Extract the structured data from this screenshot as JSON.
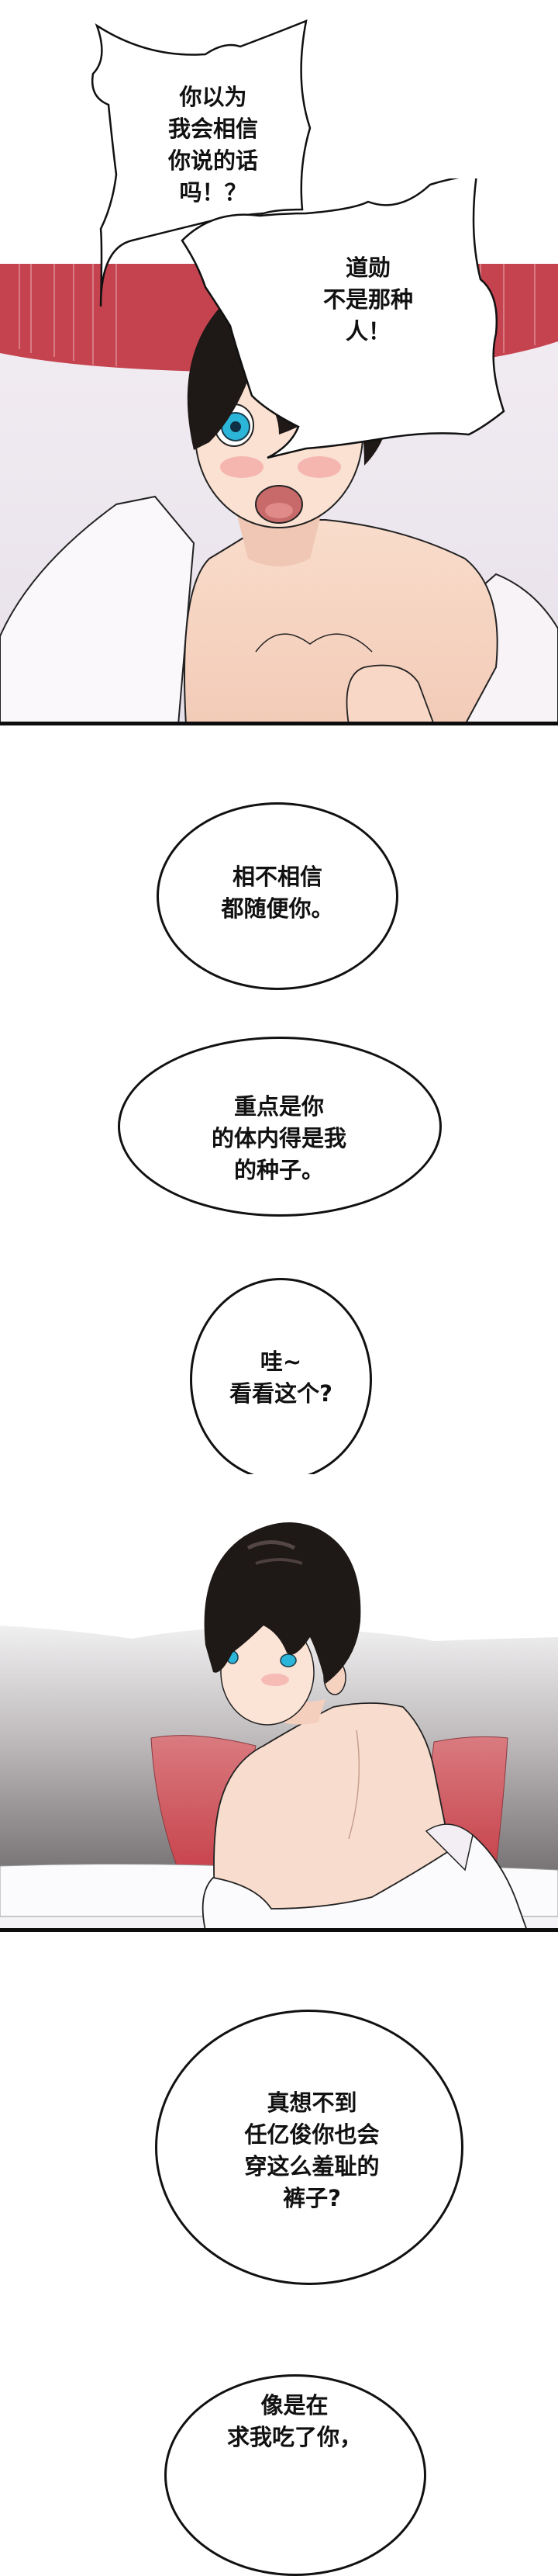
{
  "comic": {
    "panels": [
      {
        "id": "panel-1",
        "description": "Dark-haired character with blue eyes, blushing, shocked expression, shirt slipping off, red headboard background with speed lines",
        "bubbles": [
          {
            "shape": "spiky",
            "text": "你以为\n我会相信\n你说的话\n吗！？"
          },
          {
            "shape": "spiky",
            "text": "道勋\n不是那种\n人！"
          }
        ]
      },
      {
        "id": "gap-dialogue-1",
        "bubbles": [
          {
            "shape": "round",
            "text": "相不相信\n都随便你。"
          },
          {
            "shape": "oval",
            "text": "重点是你\n的体内得是我\n的种子。"
          },
          {
            "shape": "round",
            "text": "哇~\n看看这个?"
          }
        ]
      },
      {
        "id": "panel-2",
        "description": "Character seen from behind, looking over shoulder, blushing, shirt hanging off arms, red pillow and grey headboard",
        "bubbles": []
      },
      {
        "id": "gap-dialogue-2",
        "bubbles": [
          {
            "shape": "oval",
            "text": "真想不到\n任亿俊你也会\n穿这么羞耻的\n裤子?"
          },
          {
            "shape": "round",
            "text": "像是在\n求我吃了你，"
          }
        ]
      }
    ],
    "colors": {
      "headboard_red": "#c5434f",
      "hair": "#1e1816",
      "skin": "#f6d8c8",
      "eye_blue": "#2bb5d8",
      "wall_grey": "#8a8688",
      "pillow_red": "#cf4d55",
      "border": "#0d0d0d"
    }
  }
}
